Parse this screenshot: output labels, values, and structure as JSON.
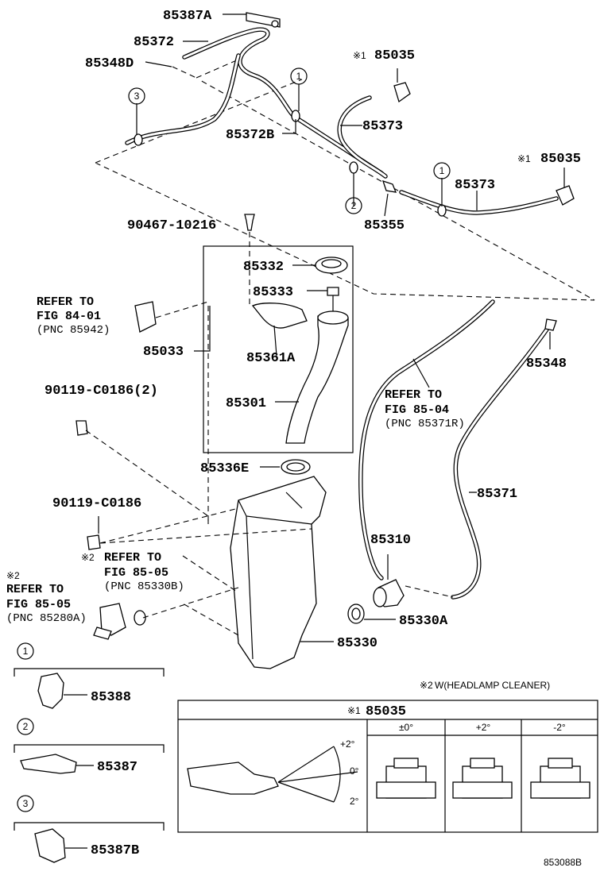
{
  "parts": {
    "p85387A": "85387A",
    "p85372": "85372",
    "p85348D": "85348D",
    "p85035_top": "85035",
    "p85373_a": "85373",
    "p85372B": "85372B",
    "p85035_right": "85035",
    "p85373_b": "85373",
    "p85355": "85355",
    "p90467": "90467-10216",
    "p85332": "85332",
    "p85333": "85333",
    "p85033": "85033",
    "p85361A": "85361A",
    "p85348": "85348",
    "p90119_2": "90119-C0186(2)",
    "p85301": "85301",
    "p85336E": "85336E",
    "p85371": "85371",
    "p90119": "90119-C0186",
    "p85310": "85310",
    "p85330A": "85330A",
    "p85330": "85330",
    "p85388": "85388",
    "p85387": "85387",
    "p85387B": "85387B"
  },
  "marks": {
    "note1": "※1",
    "note2": "※2"
  },
  "circles": {
    "c1": "1",
    "c2": "2",
    "c3": "3"
  },
  "refs": {
    "r1_line1": "REFER TO",
    "r1_line2": "FIG 84-01",
    "r1_line3": "(PNC 85942)",
    "r2_line1": "REFER TO",
    "r2_line2": "FIG 85-04",
    "r2_line3": "(PNC 85371R)",
    "r3_line1": "REFER TO",
    "r3_line2": "FIG 85-05",
    "r3_line3": "(PNC 85330B)",
    "r4_line1": "REFER TO",
    "r4_line2": "FIG 85-05",
    "r4_line3": "(PNC 85280A)"
  },
  "note2_text": "W(HEADLAMP CLEANER)",
  "table": {
    "title": "85035",
    "columns": [
      "±0°",
      "+2°",
      "-2°"
    ],
    "angles": [
      "+2°",
      "0°",
      "2°"
    ]
  },
  "figure_id": "853088B"
}
